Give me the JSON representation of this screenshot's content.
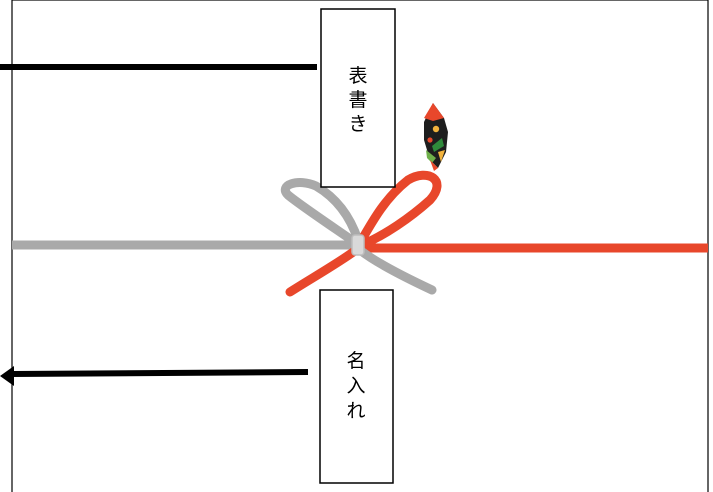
{
  "labels": {
    "omotegaki": [
      "表",
      "書",
      "き"
    ],
    "naire": [
      "名",
      "入",
      "れ"
    ]
  },
  "colors": {
    "paper_border": "#000000",
    "cord_silver": "#a9a9a9",
    "cord_red": "#e8472b",
    "arrow": "#000000"
  },
  "icons": {
    "noshi": "noshi-ornament-icon"
  }
}
